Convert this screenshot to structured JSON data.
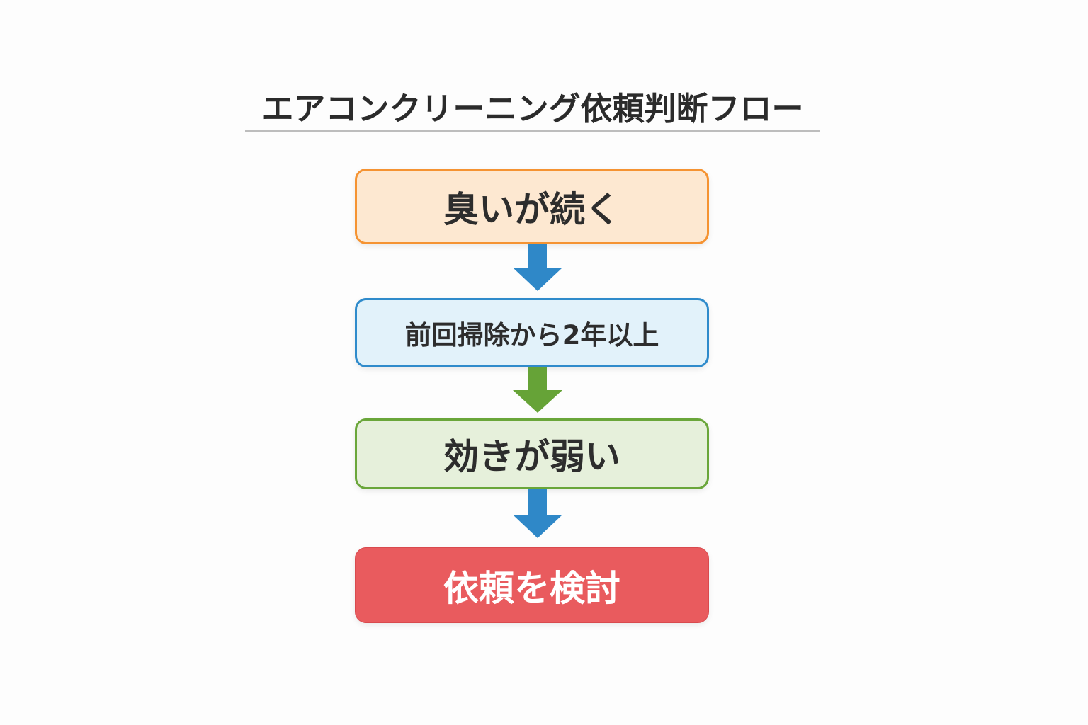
{
  "title": "エアコンクリーニング依頼判断フロー",
  "steps": [
    {
      "label": "臭いが続く",
      "fill": "#fde8d1",
      "border": "#f59332",
      "text_color": "#2d2d2d"
    },
    {
      "label": "前回掃除から2年以上",
      "fill": "#e2f2fa",
      "border": "#2f8bcb",
      "text_color": "#2d2d2d"
    },
    {
      "label": "効きが弱い",
      "fill": "#e6f0db",
      "border": "#6aa63a",
      "text_color": "#2d2d2d"
    },
    {
      "label": "依頼を検討",
      "fill": "#e95b5e",
      "border": "#d94a4e",
      "text_color": "#ffffff"
    }
  ],
  "arrows": [
    {
      "from": 0,
      "to": 1,
      "color": "#2f88c8",
      "direction": "down"
    },
    {
      "from": 1,
      "to": 2,
      "color": "#66a337",
      "direction": "down"
    },
    {
      "from": 2,
      "to": 3,
      "color": "#2f88c8",
      "direction": "down"
    }
  ]
}
